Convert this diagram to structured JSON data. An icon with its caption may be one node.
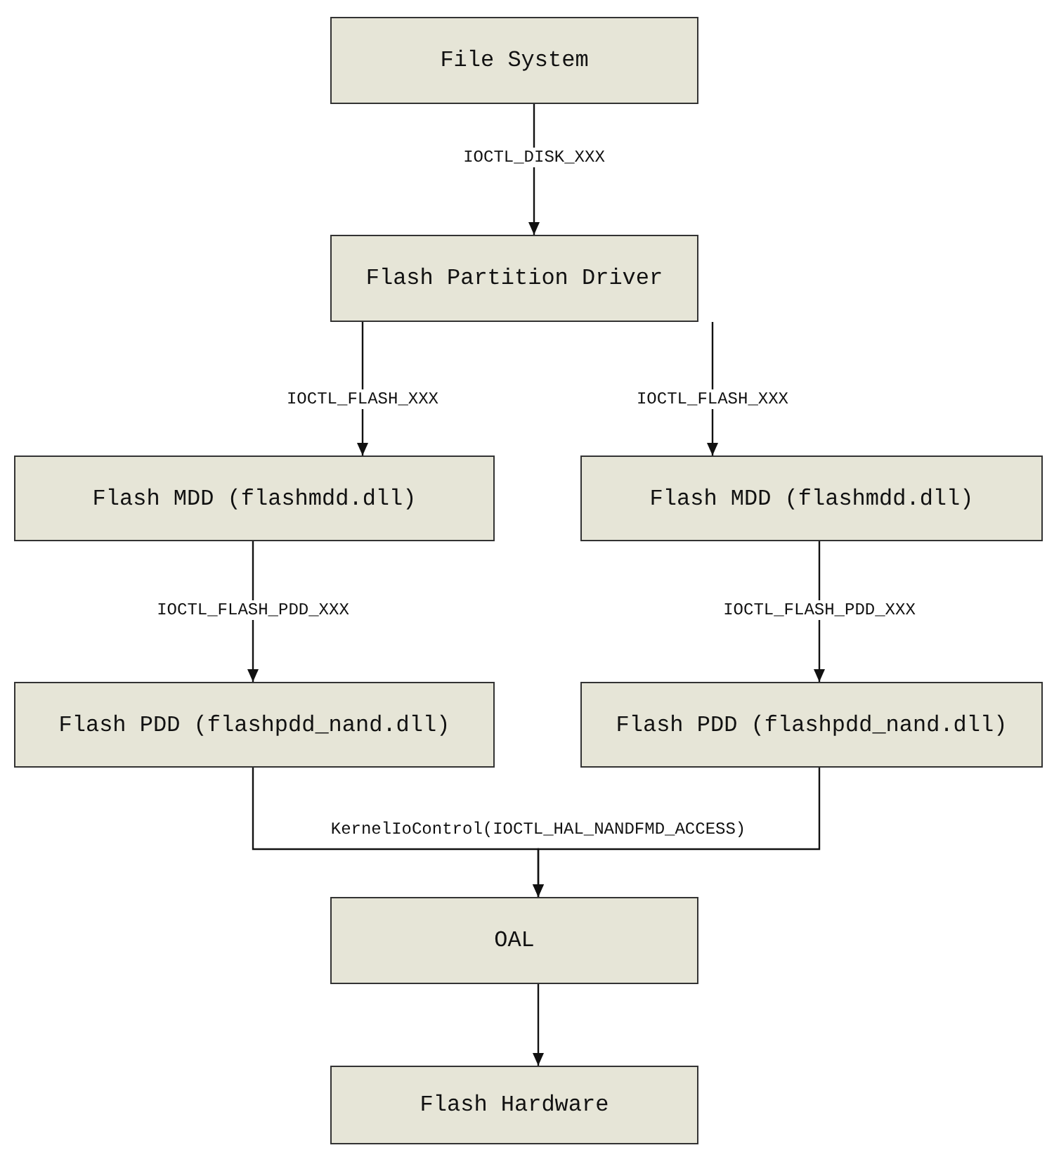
{
  "diagram": {
    "nodes": [
      {
        "text": [
          "File System"
        ]
      },
      {
        "text": [
          "Flash Partition Driver"
        ]
      },
      {
        "text": [
          "Flash MDD (flashmdd.dll)"
        ]
      },
      {
        "text": [
          "Flash MDD (flashmdd.dll)"
        ]
      },
      {
        "text": [
          "Flash PDD (flashpdd_nand.dll)"
        ]
      },
      {
        "text": [
          "Flash PDD (flashpdd_nand.dll)"
        ]
      },
      {
        "text": [
          "OAL"
        ]
      },
      {
        "text": [
          "Flash Hardware"
        ]
      }
    ],
    "edges": [
      {
        "from": 0,
        "to": 1,
        "arrow": "to",
        "label": "IOCTL_DISK_XXX"
      },
      {
        "from": 1,
        "to": 2,
        "arrow": "to",
        "label": "IOCTL_FLASH_XXX"
      },
      {
        "from": 1,
        "to": 3,
        "arrow": "to",
        "label": "IOCTL_FLASH_XXX"
      },
      {
        "from": 2,
        "to": 4,
        "arrow": "to",
        "label": "IOCTL_FLASH_PDD_XXX"
      },
      {
        "from": 3,
        "to": 5,
        "arrow": "to",
        "label": "IOCTL_FLASH_PDD_XXX"
      },
      {
        "from": 4,
        "to": 6,
        "arrow": "to",
        "label": "KernelIoControl(IOCTL_HAL_NANDFMD_ACCESS)"
      },
      {
        "from": 5,
        "to": 6,
        "arrow": "to"
      },
      {
        "from": 6,
        "to": 7,
        "arrow": "to"
      }
    ]
  }
}
